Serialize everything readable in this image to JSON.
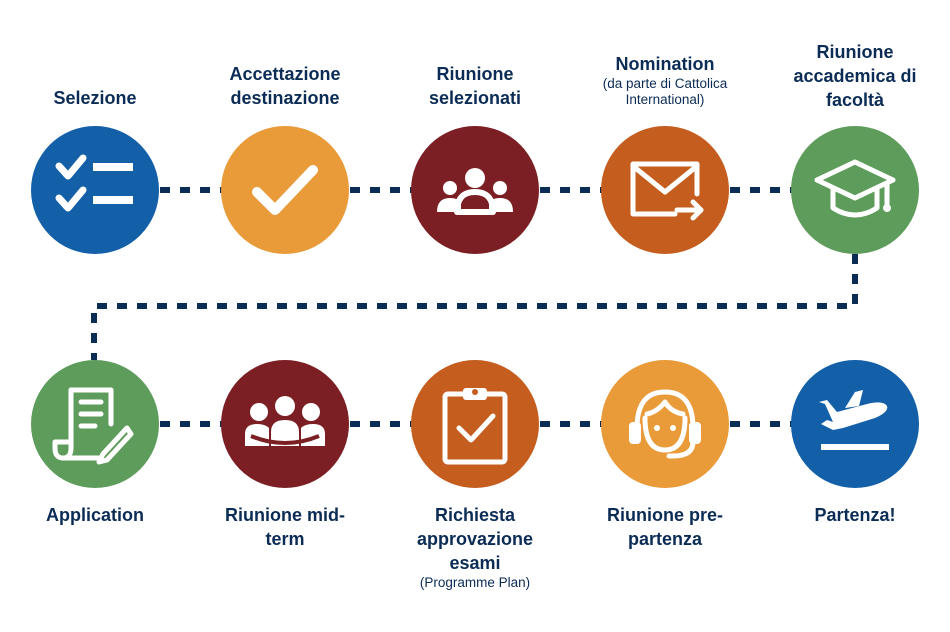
{
  "colors": {
    "blue": "#1360a8",
    "orange": "#e99a39",
    "maroon": "#7c1f24",
    "rust": "#c45d1e",
    "green": "#5e9c5b",
    "navy": "#0b2c55",
    "connector": "#0b2c55"
  },
  "steps": [
    {
      "id": "selezione",
      "title": "Selezione",
      "subtitle": "",
      "color": "blue",
      "icon": "checklist-icon"
    },
    {
      "id": "accettazione",
      "title": "Accettazione destinazione",
      "subtitle": "",
      "color": "orange",
      "icon": "checkmark-icon"
    },
    {
      "id": "riunione-selezionati",
      "title": "Riunione selezionati",
      "subtitle": "",
      "color": "maroon",
      "icon": "meeting-group-icon"
    },
    {
      "id": "nomination",
      "title": "Nomination",
      "subtitle": "(da parte di Cattolica International)",
      "color": "rust",
      "icon": "envelope-send-icon"
    },
    {
      "id": "riunione-accademica",
      "title": "Riunione accademica di facoltà",
      "subtitle": "",
      "color": "green",
      "icon": "graduation-cap-icon"
    },
    {
      "id": "application",
      "title": "Application",
      "subtitle": "",
      "color": "green",
      "icon": "document-edit-icon"
    },
    {
      "id": "riunione-mid-term",
      "title": "Riunione mid-term",
      "subtitle": "",
      "color": "maroon",
      "icon": "team-icon"
    },
    {
      "id": "richiesta-approvazione",
      "title": "Richiesta approvazione esami",
      "subtitle": "(Programme Plan)",
      "color": "rust",
      "icon": "clipboard-check-icon"
    },
    {
      "id": "riunione-pre-partenza",
      "title": "Riunione pre-partenza",
      "subtitle": "",
      "color": "orange",
      "icon": "headset-agent-icon"
    },
    {
      "id": "partenza",
      "title": "Partenza!",
      "subtitle": "",
      "color": "blue",
      "icon": "departure-plane-icon"
    }
  ]
}
